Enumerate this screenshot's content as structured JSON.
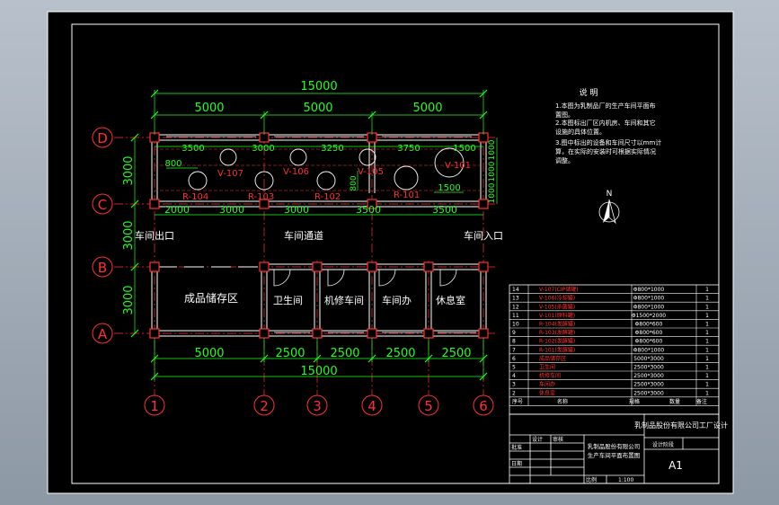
{
  "overall_dims": {
    "total_top": "15000",
    "total_bottom": "15000"
  },
  "top_spans": [
    "5000",
    "5000",
    "5000"
  ],
  "bottom_spans": [
    "5000",
    "2500",
    "2500",
    "2500",
    "2500"
  ],
  "left_dims": [
    "3000",
    "3000",
    "3000"
  ],
  "upper_spacing": [
    "3500",
    "3000",
    "3250",
    "3750",
    "1500"
  ],
  "lower_spacing": [
    "2000",
    "3000",
    "3000",
    "3500",
    "3500"
  ],
  "small_dims": {
    "d800_left": "800",
    "d800_mid": "800",
    "d1500": "1500",
    "d1000_a": "1000",
    "d1000_b": "1000",
    "d1000_c": "1000"
  },
  "grid_rows": [
    "D",
    "C",
    "B",
    "A"
  ],
  "grid_cols": [
    "1",
    "2",
    "3",
    "4",
    "5",
    "6"
  ],
  "vessels_v": [
    "V-107",
    "V-106",
    "V-105",
    "V-101"
  ],
  "vessels_r": [
    "R-104",
    "R-103",
    "R-102",
    "R-101"
  ],
  "labels": {
    "exit": "车间出口",
    "corridor": "车间通道",
    "entrance": "车间入口",
    "storage": "成品储存区",
    "toilet": "卫生间",
    "repair": "机修车间",
    "office": "车间办",
    "rest": "休息室"
  },
  "notes": {
    "title": "说 明",
    "lines": [
      "1.本图为乳制品厂的生产车间平面布",
      "置图。",
      "2.本图标出厂区内机房、车间和其它",
      "设施的具体位置。",
      "3.图中标出的设备和车间尺寸以mm计",
      "算，在实际的安装时可根据实际情况",
      "调整。"
    ]
  },
  "parts_table": [
    {
      "no": "14",
      "name": "V-107(CIP储罐)",
      "spec": "Φ800*1000",
      "qty": "1"
    },
    {
      "no": "13",
      "name": "V-106(冷却罐)",
      "spec": "Φ800*1000",
      "qty": "1"
    },
    {
      "no": "12",
      "name": "V-105(杀菌罐)",
      "spec": "Φ800*1000",
      "qty": "1"
    },
    {
      "no": "11",
      "name": "V-101(原料罐)",
      "spec": "Φ1500*2000",
      "qty": "1"
    },
    {
      "no": "10",
      "name": "R-104(发酵罐)",
      "spec": "Φ800*600",
      "qty": "1"
    },
    {
      "no": "9",
      "name": "R-103(发酵罐)",
      "spec": "Φ800*600",
      "qty": "1"
    },
    {
      "no": "8",
      "name": "R-102(发酵罐)",
      "spec": "Φ800*600",
      "qty": "1"
    },
    {
      "no": "7",
      "name": "R-101(发酵罐)",
      "spec": "Φ800*1000",
      "qty": "1"
    },
    {
      "no": "6",
      "name": "成品储存区",
      "spec": "5000*3000",
      "qty": "1"
    },
    {
      "no": "5",
      "name": "卫生间",
      "spec": "2500*3000",
      "qty": "1"
    },
    {
      "no": "4",
      "name": "机修车间",
      "spec": "2500*3000",
      "qty": "1"
    },
    {
      "no": "3",
      "name": "车间办",
      "spec": "2500*3000",
      "qty": "1"
    },
    {
      "no": "2",
      "name": "休息室",
      "spec": "2500*3000",
      "qty": "1"
    }
  ],
  "table_header": {
    "no": "序号",
    "name": "名称",
    "qty": "数量",
    "spec": "规格",
    "remark": "备注"
  },
  "title_block": {
    "project": "乳制品股份有限公司工厂设计",
    "drawing_name_1": "乳制品股份有限公司",
    "drawing_name_2": "生产车间平面布置图",
    "designer": "设计",
    "checker": "审核",
    "approver": "批准",
    "date": "日期",
    "scale_label": "比例",
    "scale_value": "1:100",
    "stage": "设计阶段",
    "sheet": "A1"
  }
}
